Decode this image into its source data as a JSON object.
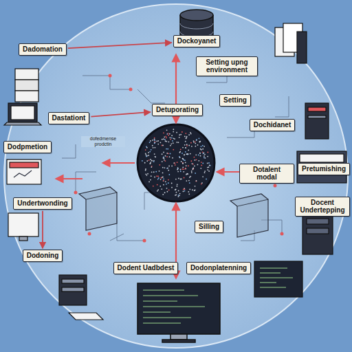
{
  "diagram": {
    "nodes": [
      {
        "text": [
          "Dockoyanet"
        ]
      },
      {
        "text": [
          "Dadomation"
        ]
      },
      {
        "text": [
          "Setting upng environment"
        ]
      },
      {
        "text": [
          "Setting"
        ]
      },
      {
        "text": [
          "Dastationt"
        ]
      },
      {
        "text": [
          "Detuporating"
        ]
      },
      {
        "text": [
          "Dochidanet"
        ]
      },
      {
        "text": [
          "Dodpmetion"
        ]
      },
      {
        "text": [
          "Pretumishing"
        ]
      },
      {
        "text": [
          "Dotalent modal"
        ]
      },
      {
        "text": [
          "Undertwonding"
        ]
      },
      {
        "text": [
          "Docent Undertepping"
        ]
      },
      {
        "text": [
          "Silling"
        ]
      },
      {
        "text": [
          "Dodoning"
        ]
      },
      {
        "text": [
          "Dodent Uadbdest"
        ]
      },
      {
        "text": [
          "Dodonplatenning"
        ]
      }
    ],
    "edges": [
      {
        "from": 1,
        "to": 0,
        "arrow": "to"
      },
      {
        "from": 4,
        "to": 5,
        "arrow": "to"
      },
      {
        "from": 10,
        "to": 13,
        "arrow": "to"
      }
    ],
    "labels": [
      "dofedmense prodctin"
    ]
  }
}
